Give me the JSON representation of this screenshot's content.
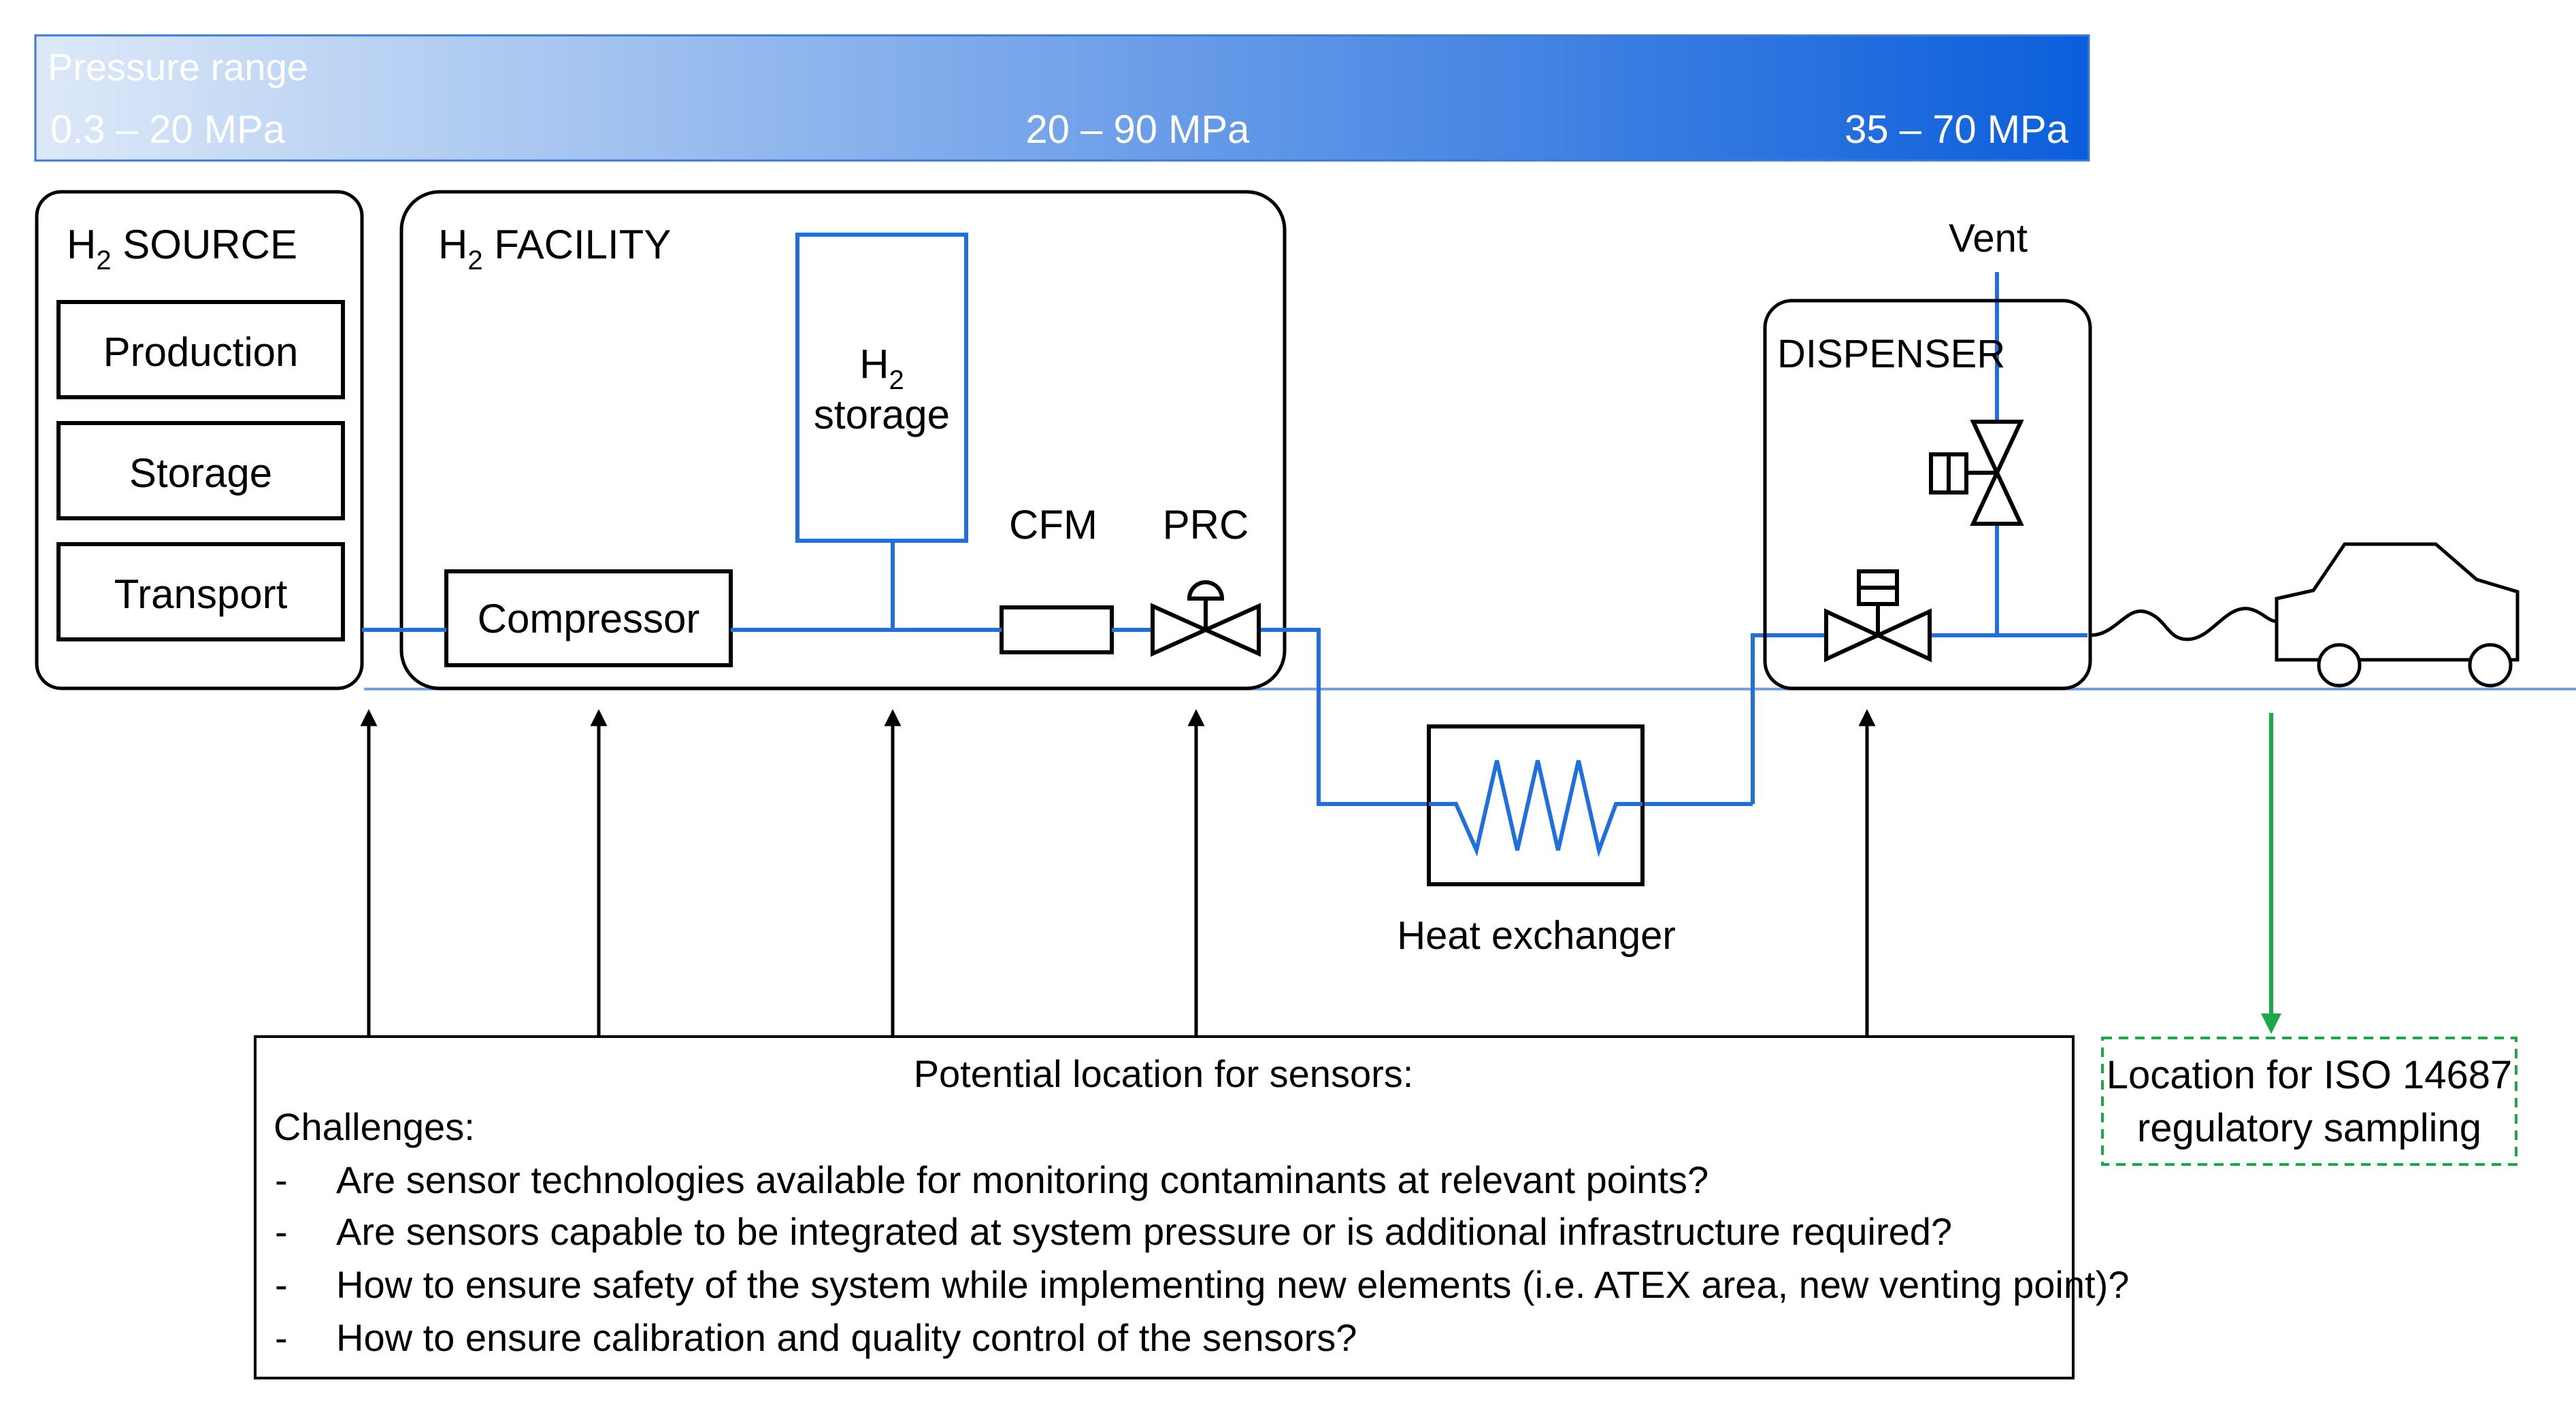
{
  "pressure_bar": {
    "title": "Pressure range",
    "left_value": "0.3 – 20 MPa",
    "middle_value": "20 – 90 MPa",
    "right_value": "35 – 70 MPa",
    "gradient_start": "#dbe8f8",
    "gradient_end": "#0a5fdc"
  },
  "source": {
    "title_prefix": "H",
    "title_sub": "2",
    "title_rest": " SOURCE",
    "items": [
      "Production",
      "Storage",
      "Transport"
    ]
  },
  "facility": {
    "title_prefix": "H",
    "title_sub": "2",
    "title_rest": " FACILITY",
    "storage_prefix": "H",
    "storage_sub": "2",
    "storage_line2": "storage",
    "compressor": "Compressor",
    "cfm": "CFM",
    "prc": "PRC"
  },
  "heat_exchanger": {
    "label": "Heat exchanger"
  },
  "dispenser": {
    "title": "DISPENSER",
    "vent": "Vent"
  },
  "sensor_box": {
    "title": "Potential location for sensors:",
    "subtitle": "Challenges:",
    "bullet": "-",
    "items": [
      "Are sensor technologies available for monitoring contaminants at relevant points?",
      "Are sensors capable to be integrated at system pressure or is additional infrastructure required?",
      "How to ensure safety of the system while implementing new elements (i.e. ATEX area, new venting point)?",
      "How to ensure calibration and quality control of the sensors?"
    ]
  },
  "iso_box": {
    "line1": "Location for ISO 14687",
    "line2": "regulatory sampling"
  },
  "colors": {
    "pipe": "#1f6fe0",
    "green": "#1aa84a",
    "black": "#000000"
  }
}
